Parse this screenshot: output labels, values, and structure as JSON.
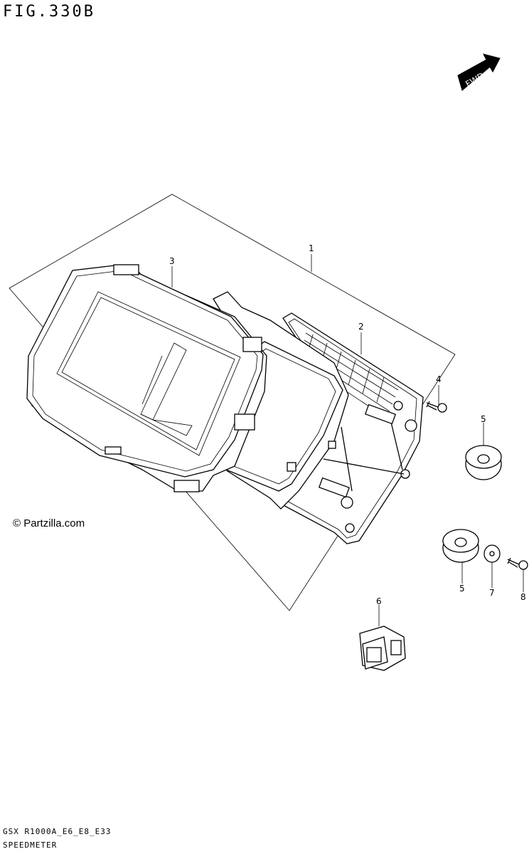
{
  "figure": {
    "title": "FIG.330B",
    "fwd_label": "FWD",
    "watermark": "© Partzilla.com",
    "footer_code": "GSX R1000A_E6_E8_E33",
    "footer_name": "SPEEDMETER"
  },
  "callouts": [
    {
      "number": "1"
    },
    {
      "number": "2"
    },
    {
      "number": "3"
    },
    {
      "number": "4"
    },
    {
      "number": "5"
    },
    {
      "number": "5"
    },
    {
      "number": "6"
    },
    {
      "number": "7"
    },
    {
      "number": "8"
    }
  ]
}
